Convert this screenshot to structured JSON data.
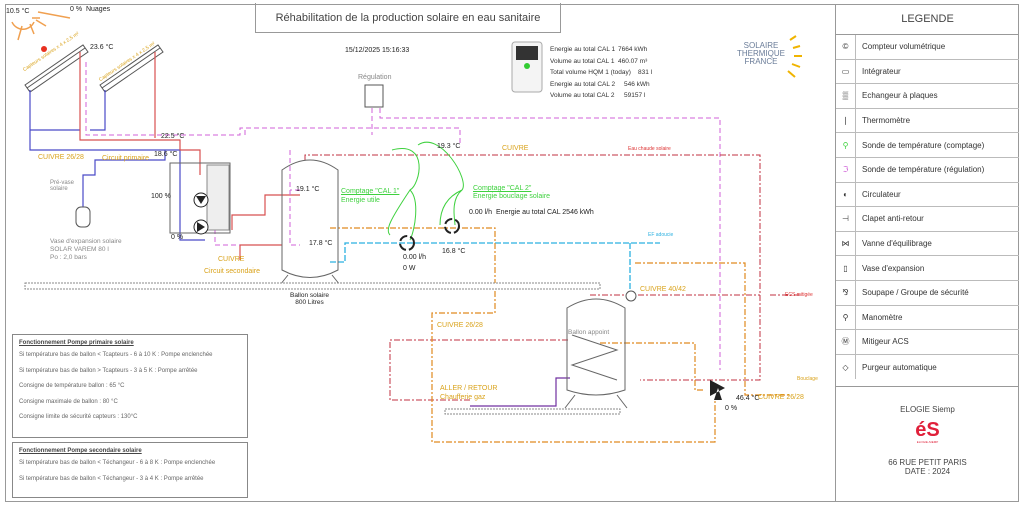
{
  "header": {
    "title": "Réhabilitation de la production solaire en eau sanitaire",
    "datetime": "15/12/2025 15:16:33"
  },
  "weather": {
    "outdoor_temp": "10.5 °C",
    "cloud_cover": "0 %",
    "cloud_label": "Nuages"
  },
  "collectors": {
    "label_1": "Capteurs solaires x 4 x 2,5 m²",
    "label_2": "Capteurs solaires x 4 x 2,5 m²",
    "temp": "23.6 °C"
  },
  "primary": {
    "pipe_label": "CUIVRE 26/28",
    "circuit_label": "Circuit primaire",
    "temp_return": "22.5 °C",
    "temp_flow": "18.6 °C",
    "pump1_pct": "100 %",
    "pump2_pct": "0 %",
    "pre_vase": "Pré-vase solaire",
    "vase_line1": "Vase d'expansion solaire",
    "vase_line2": "SOLAR VAREM 80 l",
    "vase_line3": "Po : 2,0 bars"
  },
  "secondary": {
    "pipe_label": "CUIVRE",
    "circuit_label": "Circuit secondaire"
  },
  "regulation": {
    "label": "Régulation"
  },
  "meter_panel": {
    "rows": [
      {
        "label": "Energie au total CAL 1",
        "value": "7664 kWh"
      },
      {
        "label": "Volume au total CAL 1",
        "value": "460.07 m³"
      },
      {
        "label": "Total volume HQM 1 (today)",
        "value": "831 l"
      },
      {
        "label": "Energie au total CAL 2",
        "value": "546 kWh"
      },
      {
        "label": "Volume au total CAL 2",
        "value": "59157 l"
      }
    ]
  },
  "logo": {
    "text": "SOLAIRE THERMIQUE FRANCE",
    "brand_color": "#f0b400"
  },
  "ballon_solaire": {
    "name": "Ballon solaire",
    "capacity": "800 Litres",
    "temp_top": "19.1 °C",
    "temp_bottom": "17.8 °C"
  },
  "cal1": {
    "title": "Comptage \"CAL 1\"",
    "subtitle": "Energie utile",
    "flow": "0.00 l/h",
    "power": "0 W",
    "temp": "16.8 °C"
  },
  "cal2": {
    "title": "Comptage \"CAL 2\"",
    "subtitle": "Energie bouclage solaire",
    "flow": "0.00 l/h",
    "energy": "Energie au total CAL 2546 kWh",
    "temp": "19.3 °C"
  },
  "network": {
    "cuivre": "CUIVRE",
    "eau_chaude": "Eau chaude solaire",
    "ef": "EF adoucie",
    "cuivre_4042": "CUIVRE 40/42",
    "ecs": "ECS mitigée",
    "cuivre_2628_a": "CUIVRE 26/28",
    "cuivre_2628_b": "CUIVRE 26/28",
    "bouclage": "Bouclage",
    "mixer_temp": "46.4 °C",
    "mixer_pct": "0 %",
    "aller_retour": "ALLER / RETOUR",
    "chaufferie": "Chaufferie gaz",
    "ballon_appoint": "Ballon appoint"
  },
  "notes": {
    "primary_title": "Fonctionnement Pompe primaire solaire",
    "primary_lines": [
      "Si température bas de ballon < Tcapteurs - 6 à 10 K : Pompe enclenchée",
      "Si température bas de ballon > Tcapteurs - 3 à 5 K : Pompe arrêtée",
      "Consigne de température ballon : 65 °C",
      "Consigne maximale de ballon : 80 °C",
      "Consigne limite de sécurité capteurs : 130°C"
    ],
    "secondary_title": "Fonctionnement Pompe secondaire solaire",
    "secondary_lines": [
      "Si température bas de ballon < Téchangeur - 6 à 8 K : Pompe enclenchée",
      "Si température bas de ballon < Téchangeur - 3 à 4 K : Pompe arrêtée"
    ]
  },
  "legend": {
    "title": "LEGENDE",
    "items": [
      {
        "icon": "counter-icon",
        "label": "Compteur volumétrique"
      },
      {
        "icon": "integrator-icon",
        "label": "Intégrateur"
      },
      {
        "icon": "plate-exchanger-icon",
        "label": "Echangeur à plaques"
      },
      {
        "icon": "thermometer-icon",
        "label": "Thermomètre"
      },
      {
        "icon": "probe-counting-icon",
        "label": "Sonde de température (comptage)"
      },
      {
        "icon": "probe-regulation-icon",
        "label": "Sonde de température (régulation)"
      },
      {
        "icon": "circulator-icon",
        "label": "Circulateur"
      },
      {
        "icon": "check-valve-icon",
        "label": "Clapet anti-retour"
      },
      {
        "icon": "balancing-valve-icon",
        "label": "Vanne d'équilibrage"
      },
      {
        "icon": "expansion-vessel-icon",
        "label": "Vase d'expansion"
      },
      {
        "icon": "safety-valve-icon",
        "label": "Soupape / Groupe de sécurité"
      },
      {
        "icon": "manometer-icon",
        "label": "Manomètre"
      },
      {
        "icon": "mixer-icon",
        "label": "Mitigeur ACS"
      },
      {
        "icon": "air-vent-icon",
        "label": "Purgeur automatique"
      }
    ]
  },
  "footer": {
    "company": "ELOGIE Siemp",
    "logo_text": "éS",
    "logo_sub": "ELOGIE-SIEMP",
    "address": "66 RUE PETIT PARIS",
    "date": "DATE : 2024",
    "logo_color": "#e0203a"
  },
  "colors": {
    "primary_blue": "#4a4ac8",
    "hot_red": "#d85050",
    "regulation_magenta": "#d060d8",
    "counting_green": "#3ed13e",
    "cold_cyan": "#2bb0e0",
    "return_orange": "#e08a20"
  }
}
